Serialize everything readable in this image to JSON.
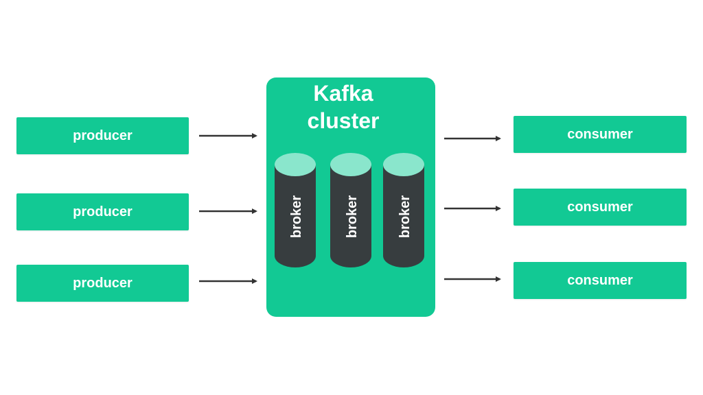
{
  "cluster": {
    "title_line1": "Kafka",
    "title_line2": "cluster",
    "brokers": [
      "broker",
      "broker",
      "broker"
    ]
  },
  "producers": [
    "producer",
    "producer",
    "producer"
  ],
  "consumers": [
    "consumer",
    "consumer",
    "consumer"
  ],
  "colors": {
    "accent": "#12c994",
    "broker_body": "#373d3f",
    "broker_top": "#8ae6cc",
    "arrow": "#333333"
  }
}
